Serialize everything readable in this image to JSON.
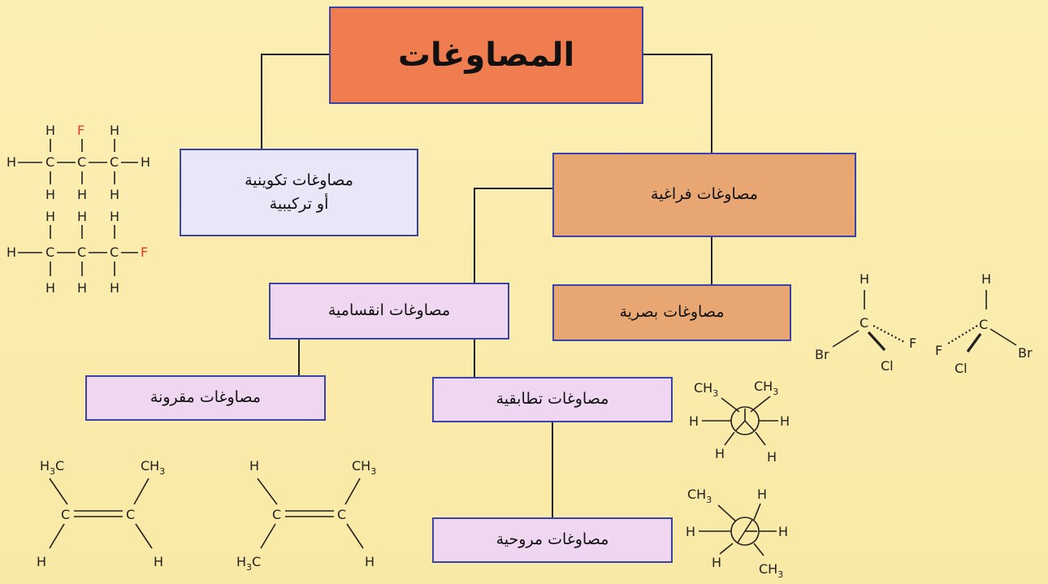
{
  "root": {
    "label": "المصاوغات"
  },
  "constitutional": {
    "line1": "مصاوغات تكوينية",
    "line2": "أو تركيبية"
  },
  "spatial": {
    "label": "مصاوغات فراغية"
  },
  "optical": {
    "label": "مصاوغات بصرية"
  },
  "geometric": {
    "label": "مصاوغات انقسامية"
  },
  "cis_trans": {
    "label": "مصاوغات مقرونة"
  },
  "conformational": {
    "label": "مصاوغات تطابقية"
  },
  "newman": {
    "label": "مصاوغات مروحية"
  },
  "atoms": {
    "H": "H",
    "F": "F",
    "C": "C",
    "Br": "Br",
    "Cl": "Cl",
    "CH3": "CH",
    "CH3_sub": "3",
    "H3C_H": "H",
    "H3C_sub": "3",
    "H3C_C": "C"
  },
  "colors": {
    "root_box": "#ef7d4f",
    "spatial_box": "#e8a772",
    "lavender_box": "#e8e6f7",
    "pink_box": "#f0d7f1",
    "border": "#3a44a8",
    "fluorine": "#e03a2a",
    "background": "#fbeeb0"
  }
}
